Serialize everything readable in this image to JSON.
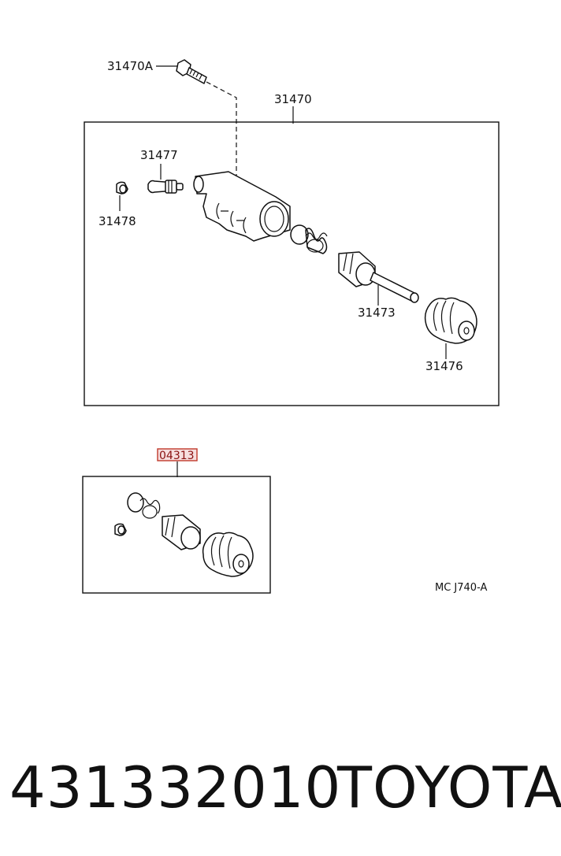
{
  "diagram": {
    "labels": {
      "bleeder_bolt": "31470A",
      "cylinder_assy": "31470",
      "bleeder_plug": "31477",
      "cap": "31478",
      "push_rod": "31473",
      "boot": "31476",
      "kit": "04313",
      "figure_code": "MC J740-A"
    }
  },
  "footer": {
    "part_number": "431332010",
    "brand": "TOYOTA"
  }
}
